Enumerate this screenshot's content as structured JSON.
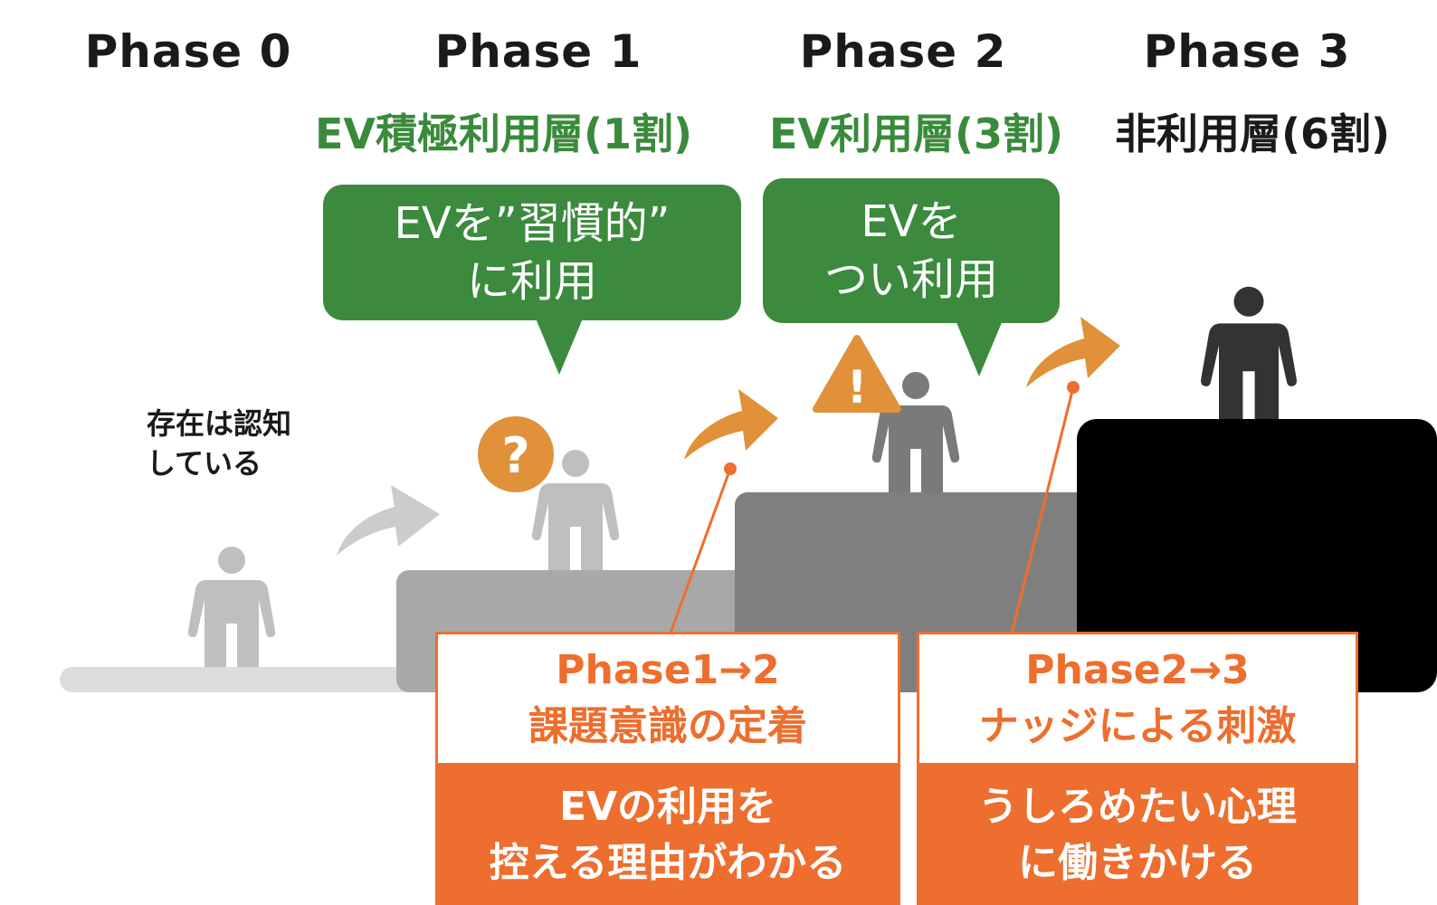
{
  "phases": [
    {
      "title": "Phase 0"
    },
    {
      "title": "Phase 1"
    },
    {
      "title": "Phase 2"
    },
    {
      "title": "Phase 3"
    }
  ],
  "segments": [
    {
      "label": "EV積極利用層(1割)",
      "color": "#3a8a3c"
    },
    {
      "label": "EV利用層(3割)",
      "color": "#3a8a3c"
    },
    {
      "label": "非利用層(6割)",
      "color": "#1a1a1a"
    }
  ],
  "bubbles": [
    {
      "line1": "EVを”習慣的”",
      "line2": "に利用"
    },
    {
      "line1": "EVを",
      "line2": "つい利用"
    }
  ],
  "phase0_note": {
    "line1": "存在は認知",
    "line2": "している"
  },
  "question_icon": "?",
  "warning_icon": "!",
  "transitions": [
    {
      "title": "Phase1→2",
      "subtitle": "課題意識の定着",
      "detail_line1": "EVの利用を",
      "detail_line2": "控える理由がわかる"
    },
    {
      "title": "Phase2→3",
      "subtitle": "ナッジによる刺激",
      "detail_line1": "うしろめたい心理",
      "detail_line2": "に働きかける"
    }
  ],
  "colors": {
    "green": "#3b8a3e",
    "orange": "#ed6e2e",
    "arrow_orange": "#e0913a",
    "platform0": "#dcdcdc",
    "platform1": "#a8a8a8",
    "platform2": "#7f7f7f",
    "platform3": "#000000"
  }
}
